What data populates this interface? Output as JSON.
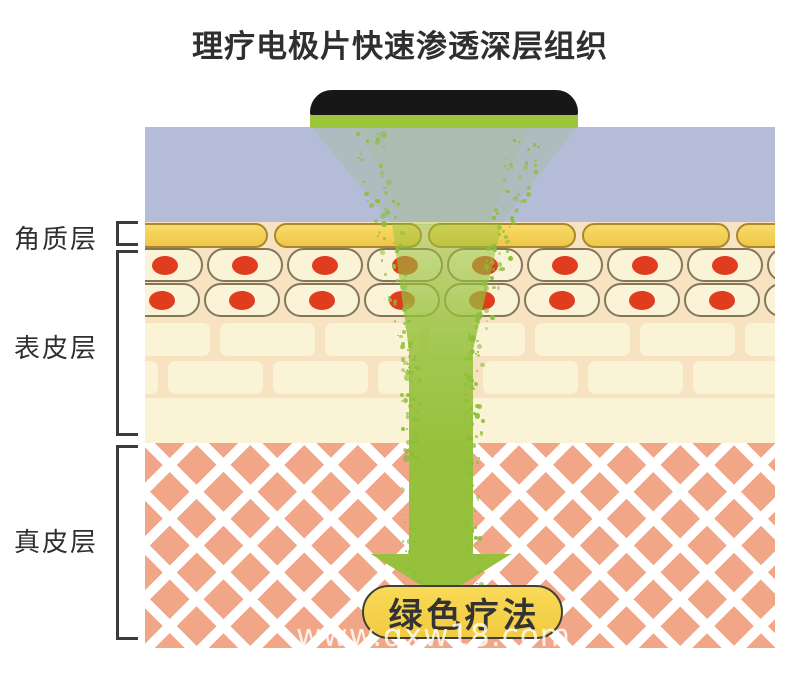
{
  "title": "理疗电极片快速渗透深层组织",
  "layer_labels": [
    {
      "id": "stratum-corneum",
      "text": "角质层"
    },
    {
      "id": "epidermis",
      "text": "表皮层"
    },
    {
      "id": "dermis",
      "text": "真皮层"
    }
  ],
  "therapy_label": "绿色疗法",
  "watermark": "www.qxw18.com",
  "colors": {
    "text_dark": "#2f2f2f",
    "electrode_black": "#171717",
    "strip_green": "#9cc53c",
    "beam_green": "#96c13c",
    "particle_green": "#8cbe3b",
    "gel_blue": "#b4bcd8",
    "corneum_yellow": "#efc64a",
    "corneum_yellow_light": "#f9dc66",
    "corneum_border": "#a8872e",
    "epidermis_peach": "#f7e3c2",
    "epidermis_pale": "#fbf3d6",
    "cell_fill": "#fbf3d8",
    "cell_border": "#83775a",
    "nucleus_red": "#e03c1e",
    "dermis_salmon": "#f1a688",
    "lattice_white": "#ffffff",
    "pill_yellow": "#f2ca40",
    "pill_yellow_light": "#f9da58",
    "watermark_white": "#ffffff"
  }
}
